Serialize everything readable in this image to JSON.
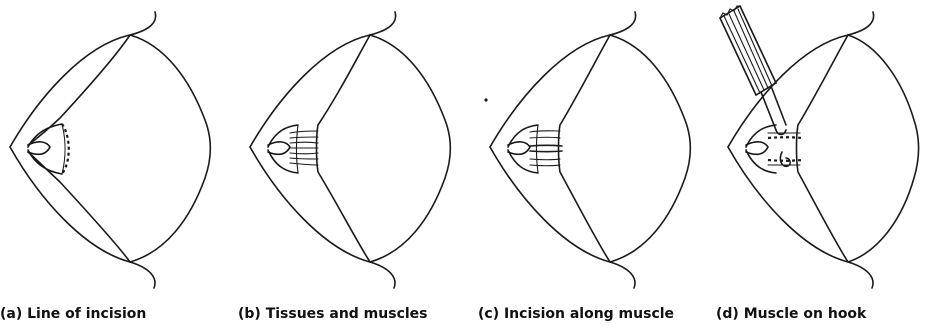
{
  "panels": [
    {
      "id": "a",
      "caption": "(a)  Line of incision"
    },
    {
      "id": "b",
      "caption": "(b)  Tissues and muscles"
    },
    {
      "id": "c",
      "caption": "(c)  Incision along muscle"
    },
    {
      "id": "d",
      "caption": "(d)  Muscle on hook"
    }
  ]
}
